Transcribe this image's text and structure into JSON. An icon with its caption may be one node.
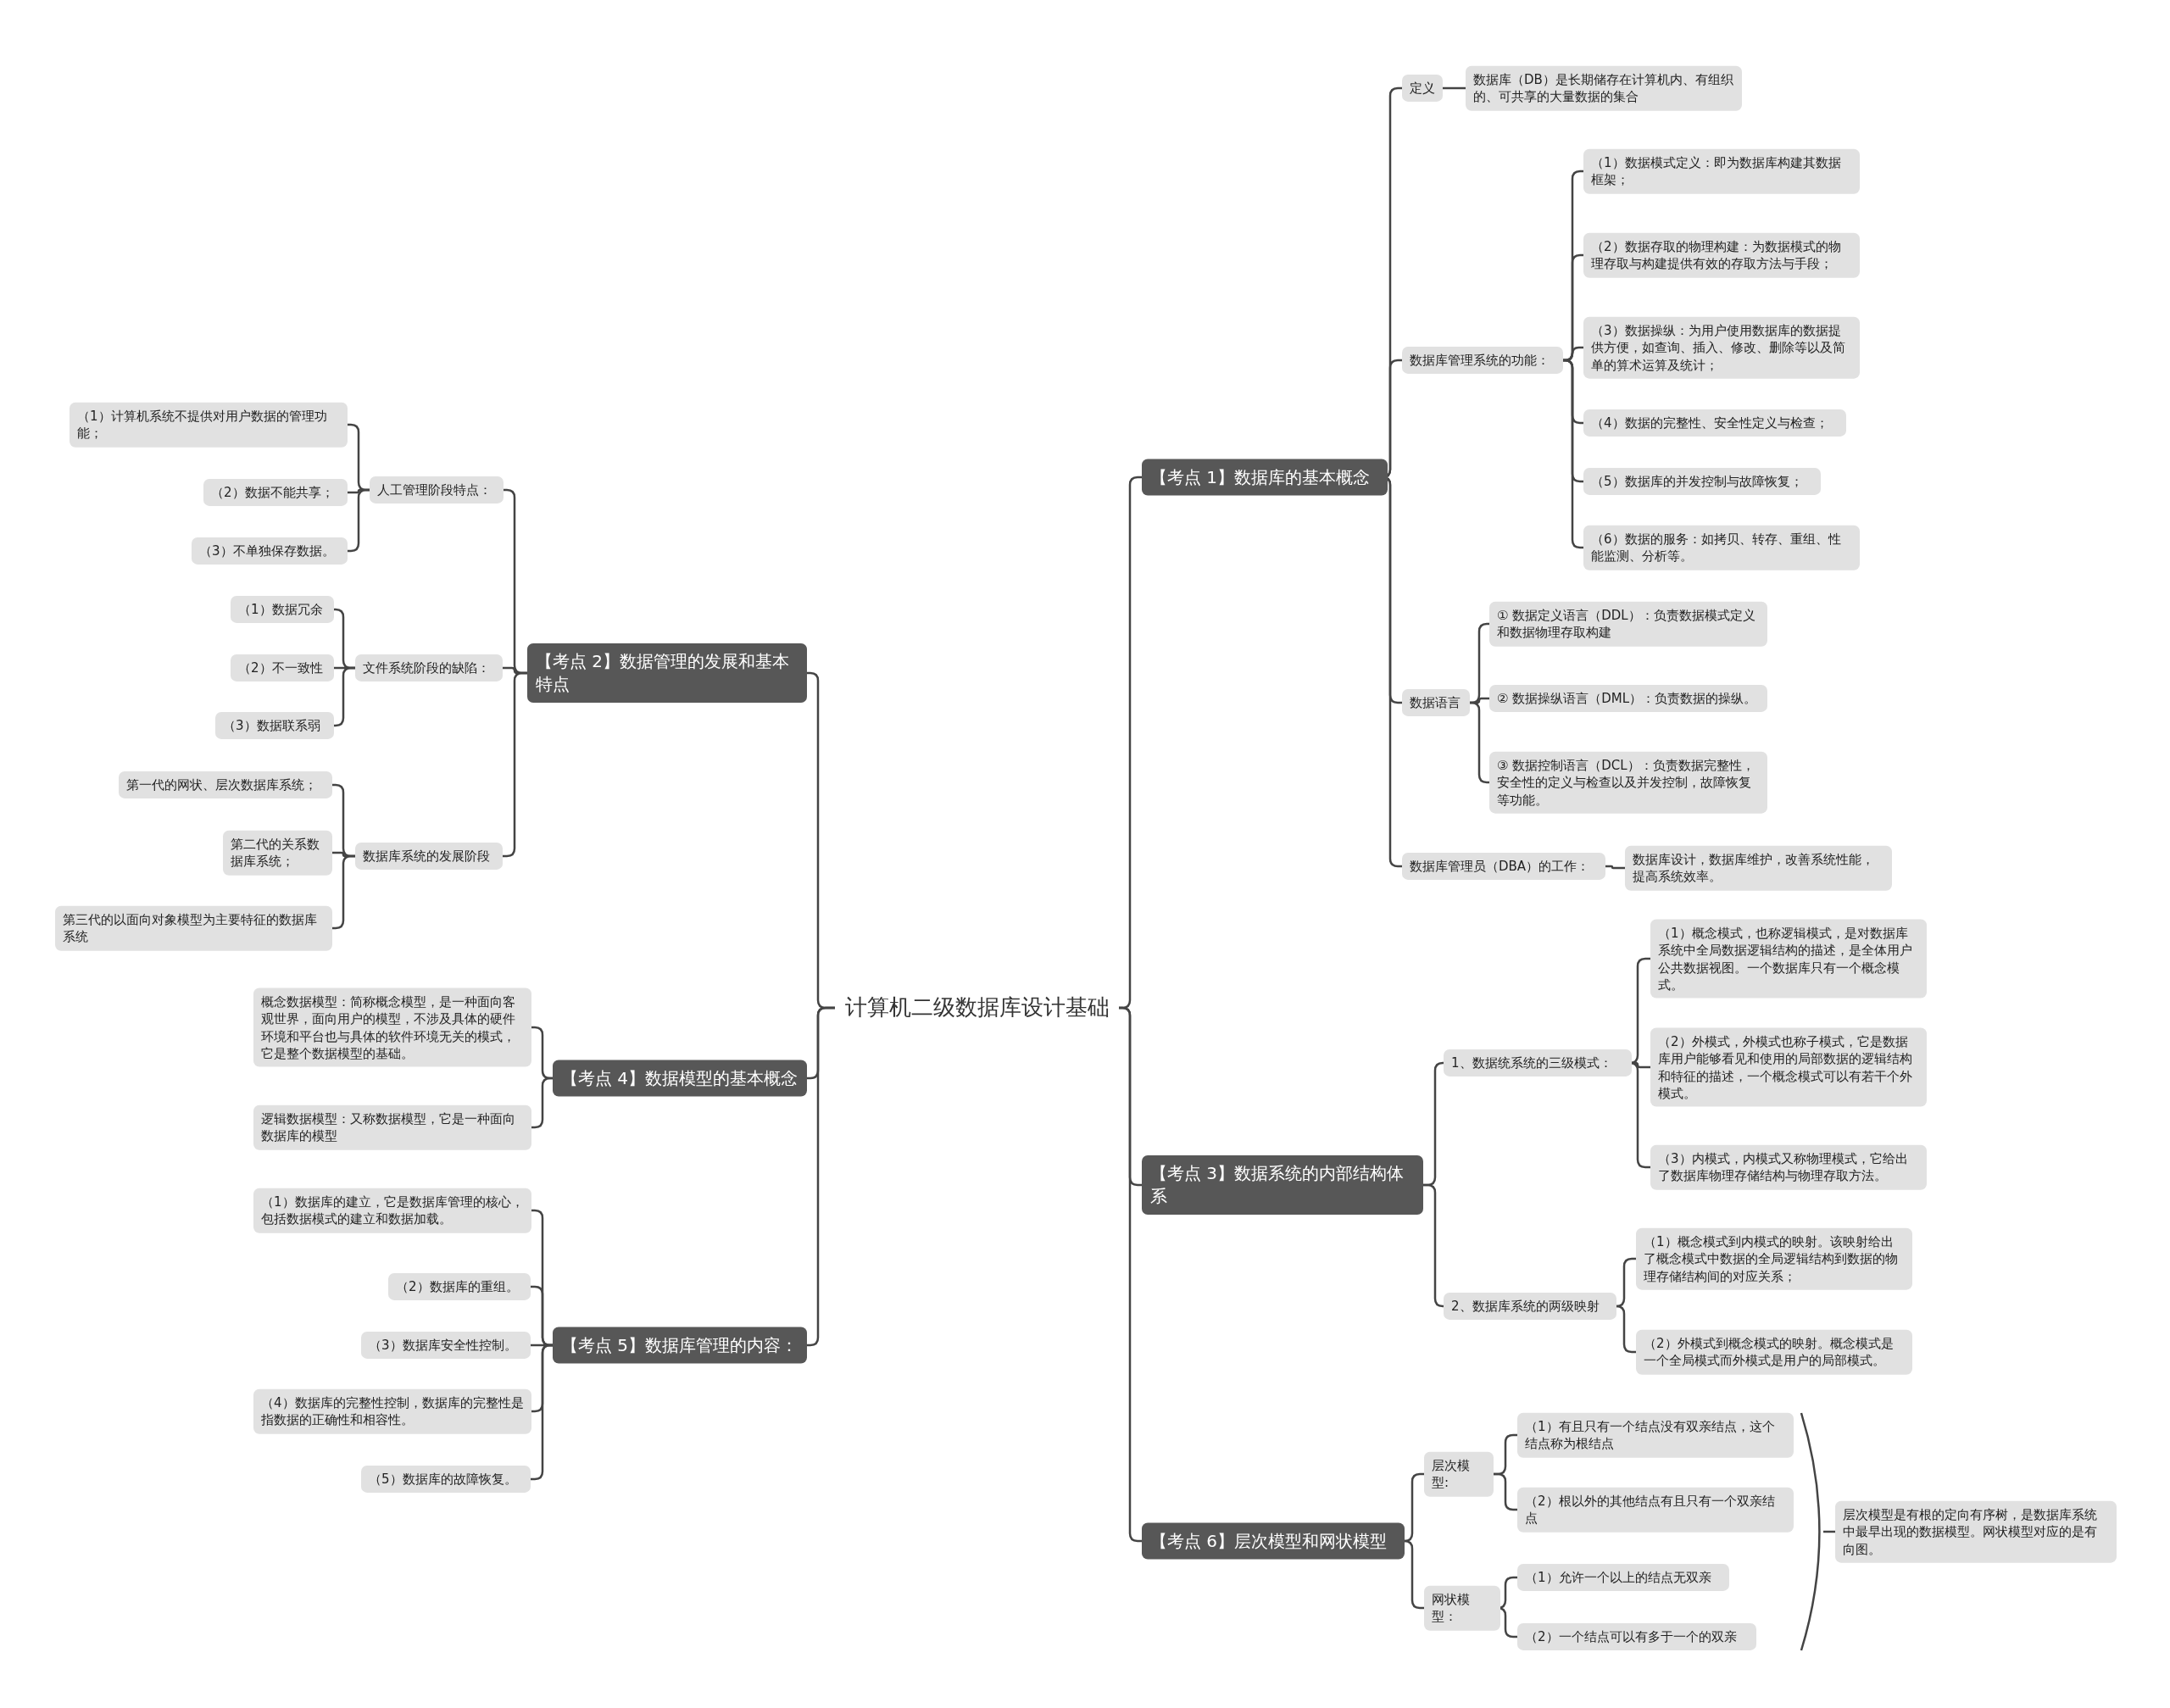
{
  "diagram": {
    "nodes": [
      {
        "text": [
          "计算机二级数据库设计基础"
        ]
      },
      {
        "text": [
          "【考点 1】数据库的基本概念"
        ]
      },
      {
        "text": [
          "定义"
        ]
      },
      {
        "text": [
          "数据库（DB）是长期储存在计算机内、有组织的、可共享的大量数据的集合"
        ]
      },
      {
        "text": [
          "数据库管理系统的功能："
        ]
      },
      {
        "text": [
          "（1）数据模式定义：即为数据库构建其数据框架；"
        ]
      },
      {
        "text": [
          "（2）数据存取的物理构建：为数据模式的物理存取与构建提供有效的存取方法与手段；"
        ]
      },
      {
        "text": [
          "（3）数据操纵：为用户使用数据库的数据提供方便，如查询、插入、修改、删除等以及简单的算术运算及统计；"
        ]
      },
      {
        "text": [
          "（4）数据的完整性、安全性定义与检查；"
        ]
      },
      {
        "text": [
          "（5）数据库的并发控制与故障恢复；"
        ]
      },
      {
        "text": [
          "（6）数据的服务：如拷贝、转存、重组、性能监测、分析等。"
        ]
      },
      {
        "text": [
          "数据语言"
        ]
      },
      {
        "text": [
          "① 数据定义语言（DDL）：负责数据模式定义和数据物理存取构建"
        ]
      },
      {
        "text": [
          "② 数据操纵语言（DML）：负责数据的操纵。"
        ]
      },
      {
        "text": [
          "③ 数据控制语言（DCL）：负责数据完整性，安全性的定义与检查以及并发控制，故障恢复等功能。"
        ]
      },
      {
        "text": [
          "数据库管理员（DBA）的工作："
        ]
      },
      {
        "text": [
          "数据库设计，数据库维护，改善系统性能，提高系统效率。"
        ]
      },
      {
        "text": [
          "【考点 2】数据管理的发展和基本特点"
        ]
      },
      {
        "text": [
          "人工管理阶段特点："
        ]
      },
      {
        "text": [
          "（1）计算机系统不提供对用户数据的管理功能；"
        ]
      },
      {
        "text": [
          "（2）数据不能共享；"
        ]
      },
      {
        "text": [
          "（3）不单独保存数据。"
        ]
      },
      {
        "text": [
          "文件系统阶段的缺陷："
        ]
      },
      {
        "text": [
          "（1）数据冗余"
        ]
      },
      {
        "text": [
          "（2）不一致性"
        ]
      },
      {
        "text": [
          "（3）数据联系弱"
        ]
      },
      {
        "text": [
          "数据库系统的发展阶段"
        ]
      },
      {
        "text": [
          "第一代的网状、层次数据库系统；"
        ]
      },
      {
        "text": [
          "第二代的关系数据库系统；"
        ]
      },
      {
        "text": [
          "第三代的以面向对象模型为主要特征的数据库系统"
        ]
      },
      {
        "text": [
          "【考点 3】数据系统的内部结构体系"
        ]
      },
      {
        "text": [
          "1、数据统系统的三级模式："
        ]
      },
      {
        "text": [
          "（1）概念模式，也称逻辑模式，是对数据库系统中全局数据逻辑结构的描述，是全体用户公共数据视图。一个数据库只有一个概念模式。"
        ]
      },
      {
        "text": [
          "（2）外模式，外模式也称子模式，它是数据库用户能够看见和使用的局部数据的逻辑结构和特征的描述，一个概念模式可以有若干个外模式。"
        ]
      },
      {
        "text": [
          "（3）内模式，内模式又称物理模式，它给出了数据库物理存储结构与物理存取方法。"
        ]
      },
      {
        "text": [
          "2、数据库系统的两级映射"
        ]
      },
      {
        "text": [
          "（1）概念模式到内模式的映射。该映射给出了概念模式中数据的全局逻辑结构到数据的物理存储结构间的对应关系；"
        ]
      },
      {
        "text": [
          "（2）外模式到概念模式的映射。概念模式是一个全局模式而外模式是用户的局部模式。"
        ]
      },
      {
        "text": [
          "【考点 4】数据模型的基本概念"
        ]
      },
      {
        "text": [
          "概念数据模型：简称概念模型，是一种面向客观世界，面向用户的模型，不涉及具体的硬件环境和平台也与具体的软件环境无关的模式，它是整个数据模型的基础。"
        ]
      },
      {
        "text": [
          "逻辑数据模型：又称数据模型，它是一种面向数据库的模型"
        ]
      },
      {
        "text": [
          "【考点 5】数据库管理的内容："
        ]
      },
      {
        "text": [
          "（1）数据库的建立，它是数据库管理的核心，包括数据模式的建立和数据加载。"
        ]
      },
      {
        "text": [
          "（2）数据库的重组。"
        ]
      },
      {
        "text": [
          "（3）数据库安全性控制。"
        ]
      },
      {
        "text": [
          "（4）数据库的完整性控制，数据库的完整性是指数据的正确性和相容性。"
        ]
      },
      {
        "text": [
          "（5）数据库的故障恢复。"
        ]
      },
      {
        "text": [
          "【考点 6】层次模型和网状模型"
        ]
      },
      {
        "text": [
          "层次模型:"
        ]
      },
      {
        "text": [
          "（1）有且只有一个结点没有双亲结点，这个结点称为根结点"
        ]
      },
      {
        "text": [
          "（2）根以外的其他结点有且只有一个双亲结点"
        ]
      },
      {
        "text": [
          "网状模型："
        ]
      },
      {
        "text": [
          "（1）允许一个以上的结点无双亲"
        ]
      },
      {
        "text": [
          "（2）一个结点可以有多于一个的双亲"
        ]
      },
      {
        "text": [],
        "shape": "brace"
      },
      {
        "text": [
          "层次模型是有根的定向有序树，是数据库系统中最早出现的数据模型。网状模型对应的是有向图。"
        ]
      }
    ],
    "edges": [
      {
        "from": 0,
        "to": 1,
        "arrow": "none"
      },
      {
        "from": 1,
        "to": 2,
        "arrow": "none"
      },
      {
        "from": 2,
        "to": 3,
        "arrow": "none"
      },
      {
        "from": 1,
        "to": 4,
        "arrow": "none"
      },
      {
        "from": 4,
        "to": 5,
        "arrow": "none"
      },
      {
        "from": 4,
        "to": 6,
        "arrow": "none"
      },
      {
        "from": 4,
        "to": 7,
        "arrow": "none"
      },
      {
        "from": 4,
        "to": 8,
        "arrow": "none"
      },
      {
        "from": 4,
        "to": 9,
        "arrow": "none"
      },
      {
        "from": 4,
        "to": 10,
        "arrow": "none"
      },
      {
        "from": 1,
        "to": 11,
        "arrow": "none"
      },
      {
        "from": 11,
        "to": 12,
        "arrow": "none"
      },
      {
        "from": 11,
        "to": 13,
        "arrow": "none"
      },
      {
        "from": 11,
        "to": 14,
        "arrow": "none"
      },
      {
        "from": 1,
        "to": 15,
        "arrow": "none"
      },
      {
        "from": 15,
        "to": 16,
        "arrow": "none"
      },
      {
        "from": 0,
        "to": 17,
        "arrow": "none"
      },
      {
        "from": 17,
        "to": 18,
        "arrow": "none"
      },
      {
        "from": 18,
        "to": 19,
        "arrow": "none"
      },
      {
        "from": 18,
        "to": 20,
        "arrow": "none"
      },
      {
        "from": 18,
        "to": 21,
        "arrow": "none"
      },
      {
        "from": 17,
        "to": 22,
        "arrow": "none"
      },
      {
        "from": 22,
        "to": 23,
        "arrow": "none"
      },
      {
        "from": 22,
        "to": 24,
        "arrow": "none"
      },
      {
        "from": 22,
        "to": 25,
        "arrow": "none"
      },
      {
        "from": 17,
        "to": 26,
        "arrow": "none"
      },
      {
        "from": 26,
        "to": 27,
        "arrow": "none"
      },
      {
        "from": 26,
        "to": 28,
        "arrow": "none"
      },
      {
        "from": 26,
        "to": 29,
        "arrow": "none"
      },
      {
        "from": 0,
        "to": 30,
        "arrow": "none"
      },
      {
        "from": 30,
        "to": 31,
        "arrow": "none"
      },
      {
        "from": 31,
        "to": 32,
        "arrow": "none"
      },
      {
        "from": 31,
        "to": 33,
        "arrow": "none"
      },
      {
        "from": 31,
        "to": 34,
        "arrow": "none"
      },
      {
        "from": 30,
        "to": 35,
        "arrow": "none"
      },
      {
        "from": 35,
        "to": 36,
        "arrow": "none"
      },
      {
        "from": 35,
        "to": 37,
        "arrow": "none"
      },
      {
        "from": 0,
        "to": 38,
        "arrow": "none"
      },
      {
        "from": 38,
        "to": 39,
        "arrow": "none"
      },
      {
        "from": 38,
        "to": 40,
        "arrow": "none"
      },
      {
        "from": 0,
        "to": 41,
        "arrow": "none"
      },
      {
        "from": 41,
        "to": 42,
        "arrow": "none"
      },
      {
        "from": 41,
        "to": 43,
        "arrow": "none"
      },
      {
        "from": 41,
        "to": 44,
        "arrow": "none"
      },
      {
        "from": 41,
        "to": 45,
        "arrow": "none"
      },
      {
        "from": 41,
        "to": 46,
        "arrow": "none"
      },
      {
        "from": 0,
        "to": 47,
        "arrow": "none"
      },
      {
        "from": 47,
        "to": 48,
        "arrow": "none"
      },
      {
        "from": 48,
        "to": 49,
        "arrow": "none"
      },
      {
        "from": 48,
        "to": 50,
        "arrow": "none"
      },
      {
        "from": 47,
        "to": 51,
        "arrow": "none"
      },
      {
        "from": 51,
        "to": 52,
        "arrow": "none"
      },
      {
        "from": 51,
        "to": 53,
        "arrow": "none"
      },
      {
        "from": 54,
        "to": 55,
        "arrow": "none"
      }
    ]
  }
}
